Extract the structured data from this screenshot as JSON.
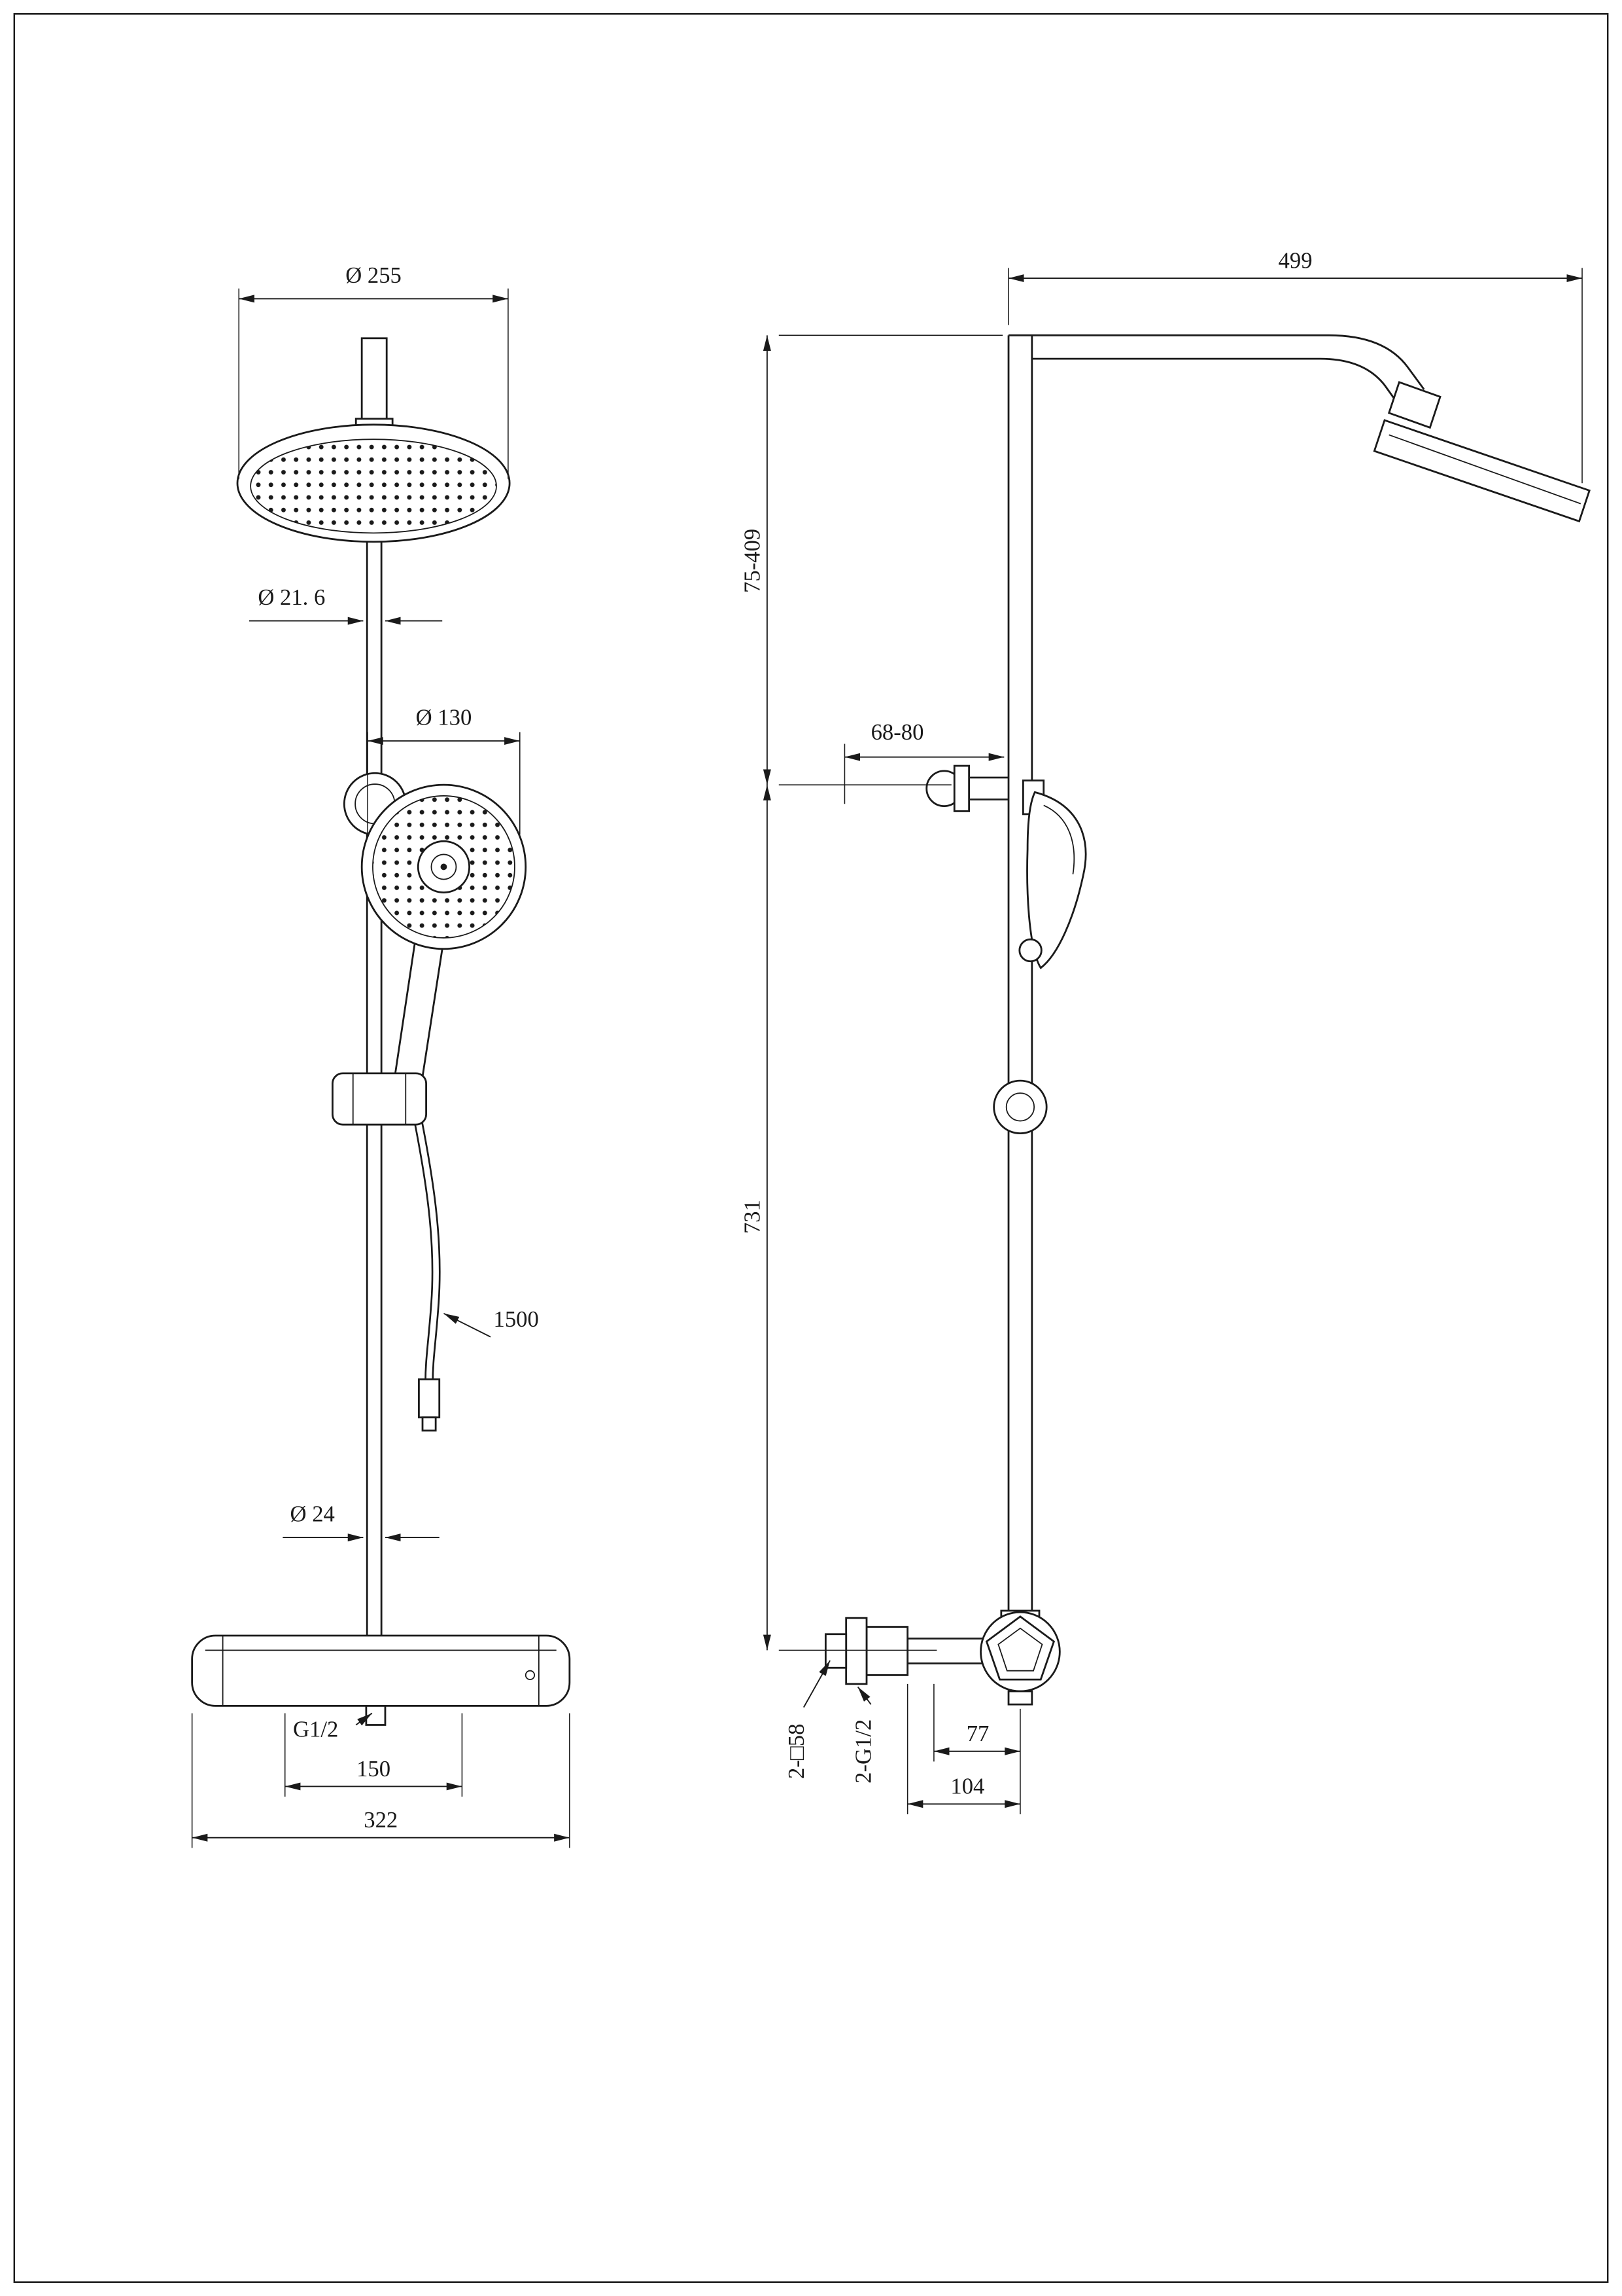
{
  "style": {
    "background": "#ffffff",
    "line_color": "#1a1a1a"
  },
  "dims": {
    "front": {
      "head_diameter": "Ø 255",
      "down_tube_diameter": "Ø 21. 6",
      "hand_shower_diameter": "Ø 130",
      "hose_length": "1500",
      "rail_diameter": "Ø 24",
      "outlet_thread": "G1/2",
      "inlet_spacing": "150",
      "body_width": "322"
    },
    "side": {
      "arm_reach": "499",
      "head_drop_range": "75-409",
      "bracket_offset_range": "68-80",
      "rail_height": "731",
      "escutcheon": "2-□58",
      "inlet_thread": "2-G1/2",
      "valve_to_center": "77",
      "overall_depth": "104"
    }
  }
}
